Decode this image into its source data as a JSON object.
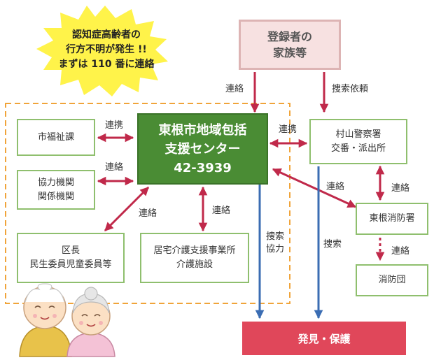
{
  "alert": {
    "line1": "認知症高齢者の",
    "line2": "行方不明が発生 !!",
    "line3": "まずは 110 番に連絡"
  },
  "family": {
    "line1": "登録者の",
    "line2": "家族等"
  },
  "center": {
    "line1": "東根市地域包括",
    "line2": "支援センター",
    "phone": "42-3939"
  },
  "welfare": {
    "label": "市福祉課"
  },
  "cooperating": {
    "line1": "協力機関",
    "line2": "関係機関"
  },
  "chief": {
    "line1": "区長",
    "line2": "民生委員児童委員等"
  },
  "care": {
    "line1": "居宅介護支援事業所",
    "line2": "介護施設"
  },
  "police": {
    "line1": "村山警察署",
    "line2": "交番・派出所"
  },
  "fire_hq": {
    "label": "東根消防署"
  },
  "fire_corps": {
    "label": "消防団"
  },
  "found": {
    "label": "発見・保護"
  },
  "edge_labels": {
    "renraku": "連絡",
    "renkei": "連携",
    "sousaku_irai": "捜索依頼",
    "sousaku": "捜索",
    "sousaku_kyoryoku_1": "捜索",
    "sousaku_kyoryoku_2": "協力"
  },
  "colors": {
    "center_green": "#4a8c34",
    "box_border_green": "#8fbf6e",
    "arrow_red": "#c0294a",
    "arrow_blue": "#3b6db3",
    "found_red": "#e0475a",
    "family_pink": "#f7e1e1",
    "dashed_orange": "#f0a43a",
    "alert_yellow": "#fff34a"
  }
}
